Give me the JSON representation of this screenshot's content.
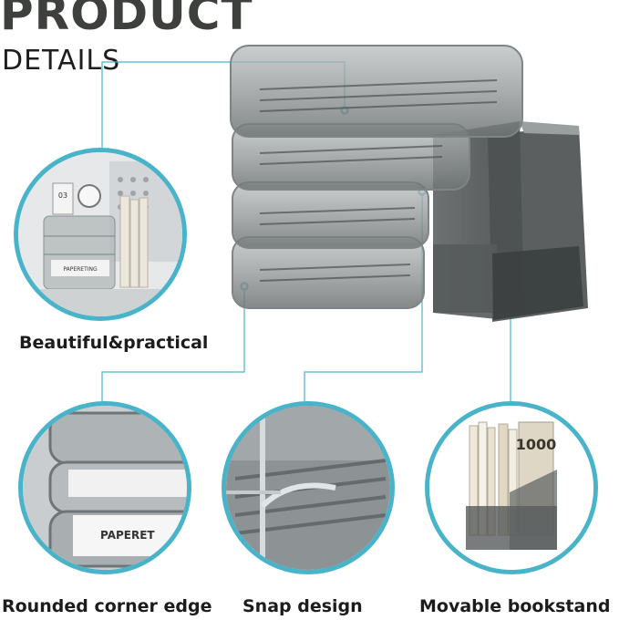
{
  "header": {
    "line1": "PRODUCT",
    "line2": "DETAILS"
  },
  "features": [
    {
      "label": "Beautiful&practical"
    },
    {
      "label": "Rounded corner edge"
    },
    {
      "label": "Snap design"
    },
    {
      "label": "Movable bookstand"
    }
  ],
  "image_text": {
    "clock_number": "03",
    "book_label_a": "PAPERETING",
    "book_label_b": "PAPERET",
    "book_cover_number": "1000"
  },
  "colors": {
    "accent": "#49b4c9",
    "title": "#3d403c",
    "tray": "#8a8f90"
  }
}
